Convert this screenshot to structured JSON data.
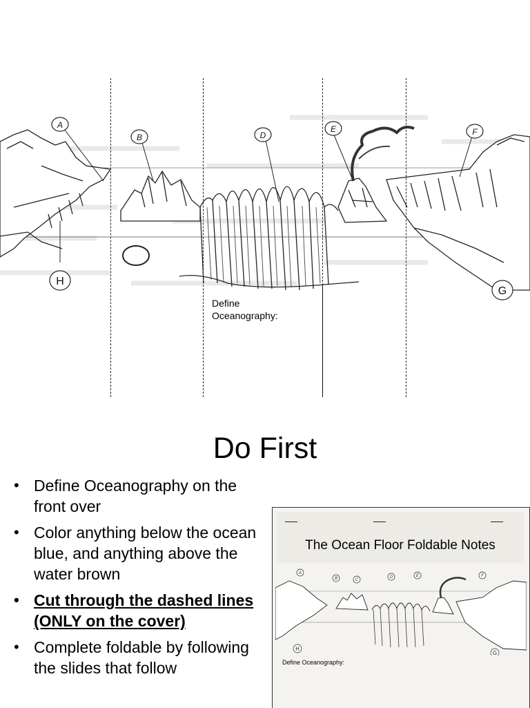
{
  "diagram": {
    "labels": [
      {
        "key": "A",
        "text": "A"
      },
      {
        "key": "B",
        "text": "B"
      },
      {
        "key": "D",
        "text": "D"
      },
      {
        "key": "E",
        "text": "E"
      },
      {
        "key": "F",
        "text": "F"
      },
      {
        "key": "H",
        "text": "H"
      },
      {
        "key": "G",
        "text": "G"
      }
    ],
    "define_label": "Define\nOceanography:"
  },
  "do_first": {
    "title": "Do First",
    "bullets": [
      {
        "text": "Define Oceanography on the front over",
        "emphasis": false
      },
      {
        "text": "Color anything below the ocean blue, and anything above the water brown",
        "emphasis": false
      },
      {
        "text": "Cut through the dashed lines (ONLY on the cover)",
        "emphasis": true
      },
      {
        "text": "Complete foldable by following the slides that follow",
        "emphasis": false
      }
    ]
  },
  "thumbnail": {
    "title": "The Ocean Floor Foldable Notes",
    "labels": [
      "A",
      "B",
      "C",
      "D",
      "E",
      "F",
      "H",
      "G"
    ],
    "define_label": "Define Oceanography:"
  }
}
